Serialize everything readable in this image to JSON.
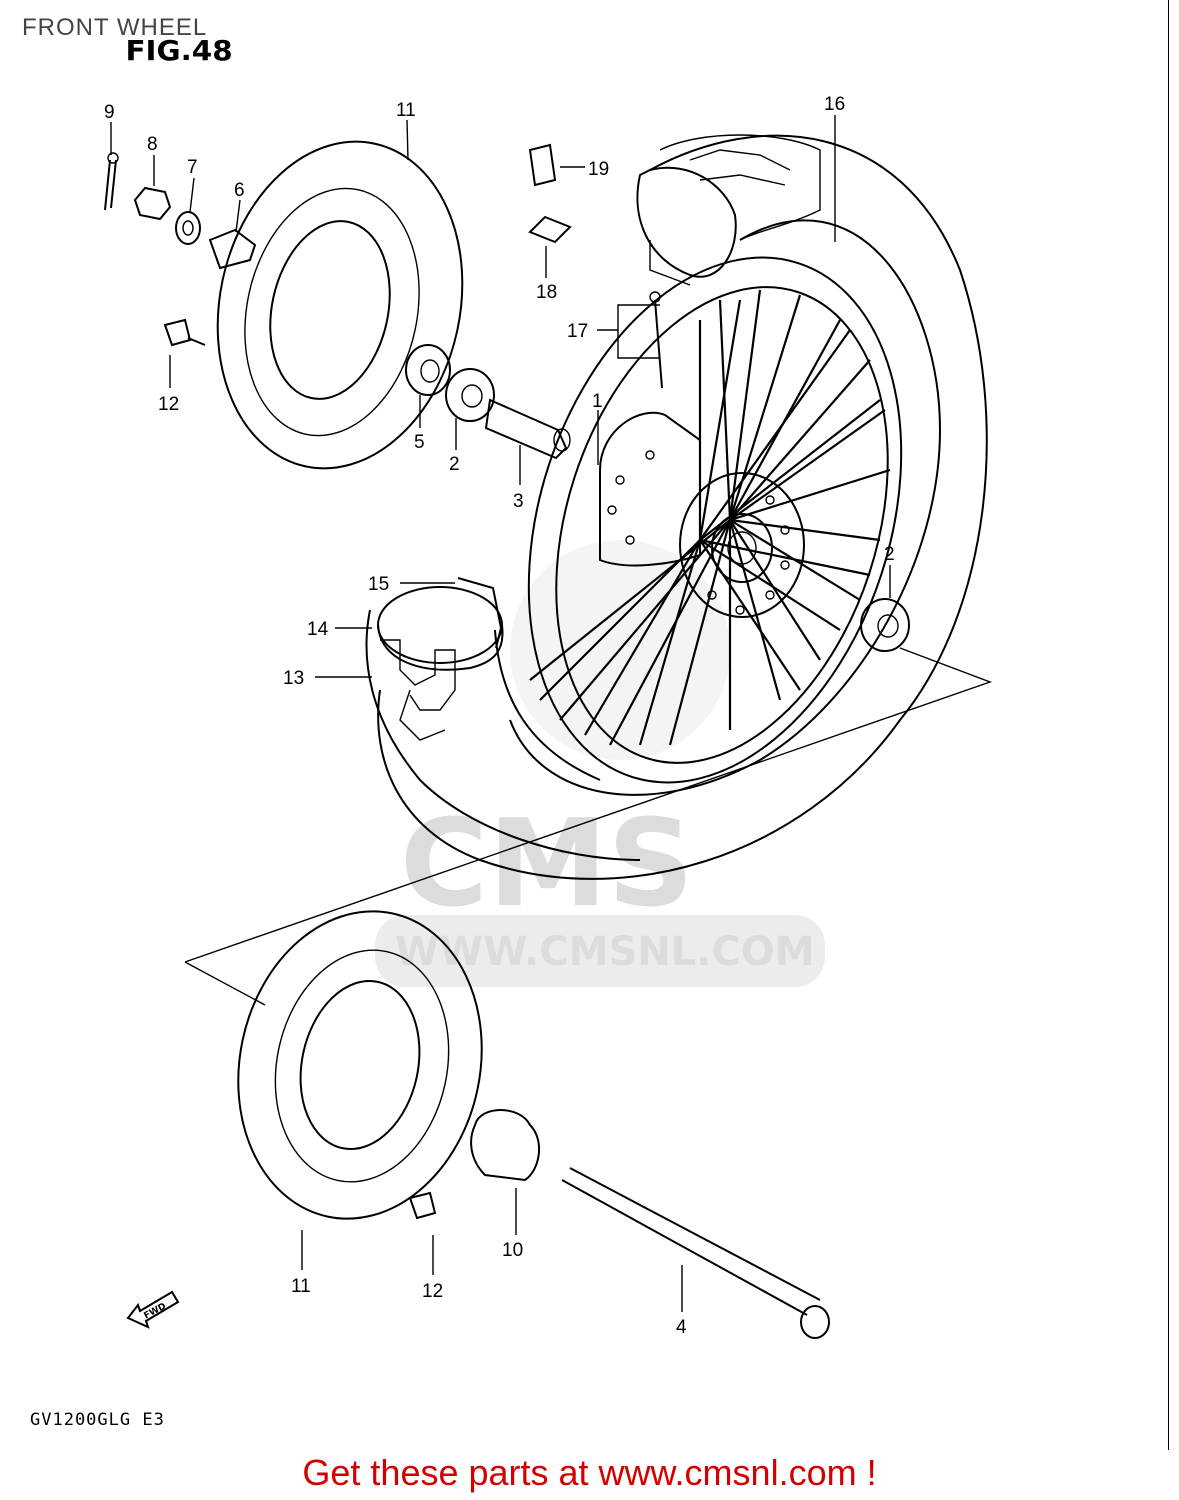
{
  "header": {
    "page_title": "FRONT WHEEL",
    "figure_label": "FIG.48"
  },
  "watermark": {
    "logo": "CMS",
    "url": "WWW.CMSNL.COM"
  },
  "callouts": {
    "n1": "1",
    "n2a": "2",
    "n2b": "2",
    "n3": "3",
    "n4": "4",
    "n5": "5",
    "n6": "6",
    "n7": "7",
    "n8": "8",
    "n9": "9",
    "n10": "10",
    "n11a": "11",
    "n11b": "11",
    "n12a": "12",
    "n12b": "12",
    "n13": "13",
    "n14": "14",
    "n15": "15",
    "n16": "16",
    "n17": "17",
    "n18": "18",
    "n19": "19"
  },
  "direction_badge": "FWD",
  "footer": {
    "model_code": "GV1200GLG  E3",
    "banner": "Get these parts at www.cmsnl.com !"
  }
}
